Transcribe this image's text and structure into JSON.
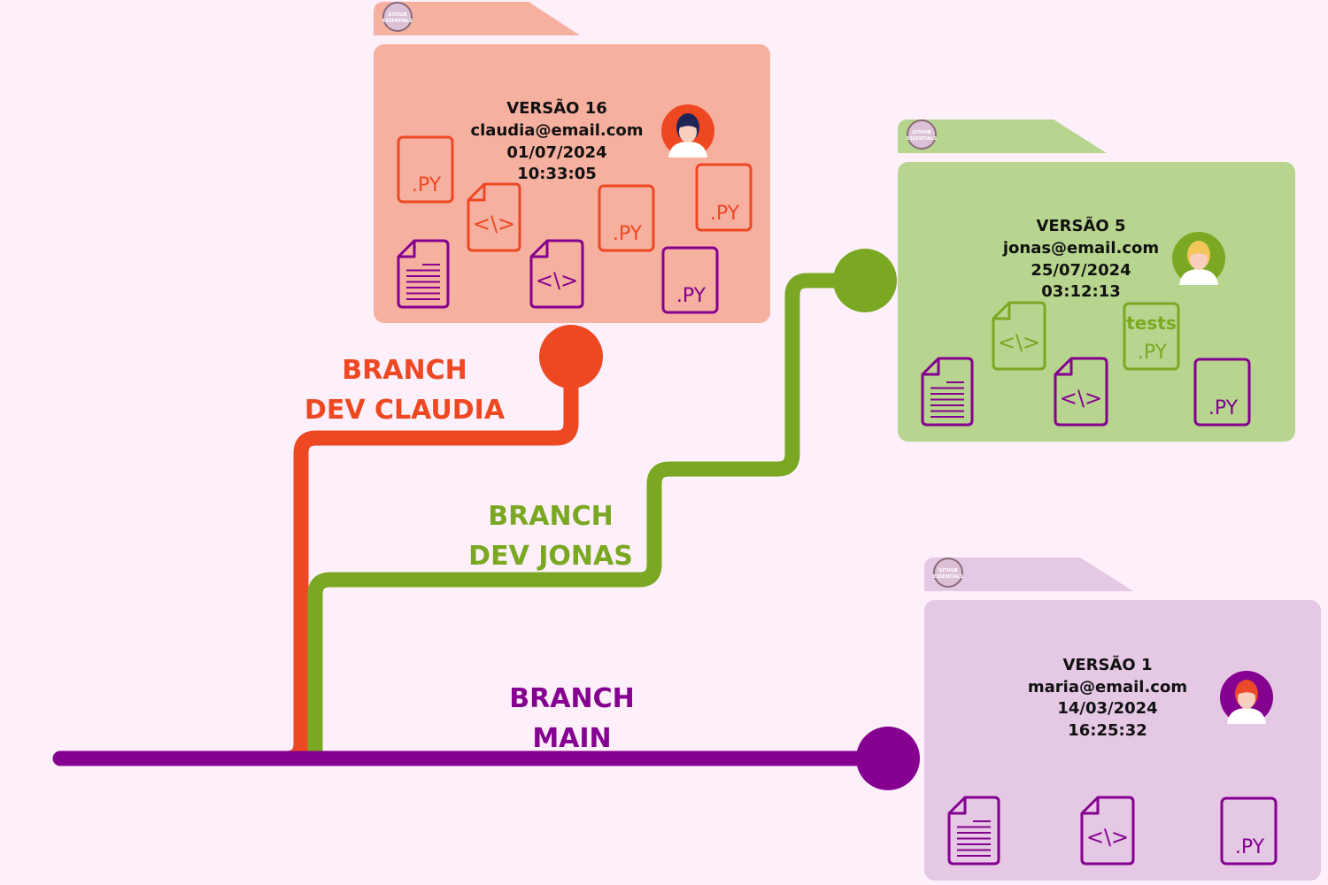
{
  "colors": {
    "background": "#fdf0fa",
    "branch_claudia": "#ee4823",
    "branch_jonas": "#7aa822",
    "branch_main": "#850090",
    "card_claudia": "#f6b0a0",
    "card_jonas": "#b7d58e",
    "card_main": "#e4c8e4"
  },
  "logo": {
    "line1": "GITHUB",
    "line2": "ESSENTIALS"
  },
  "labels": {
    "py": ".PY",
    "code": "<\\>",
    "tests": "tests"
  },
  "branches": {
    "claudia": {
      "line1": "BRANCH",
      "line2": "DEV CLAUDIA"
    },
    "jonas": {
      "line1": "BRANCH",
      "line2": "DEV JONAS"
    },
    "main": {
      "line1": "BRANCH",
      "line2": "MAIN"
    }
  },
  "commits": {
    "claudia": {
      "version": "VERSÃO 16",
      "email": "claudia@email.com",
      "date": "01/07/2024",
      "time": "10:33:05",
      "files": [
        "py-file-icon",
        "code-file-icon",
        "py-file-icon",
        "py-file-icon",
        "document-icon",
        "code-file-icon",
        "py-file-icon"
      ]
    },
    "jonas": {
      "version": "VERSÃO 5",
      "email": "jonas@email.com",
      "date": "25/07/2024",
      "time": "03:12:13",
      "files": [
        "code-file-icon",
        "tests-py-file-icon",
        "document-icon",
        "code-file-icon",
        "py-file-icon"
      ]
    },
    "main": {
      "version": "VERSÃO 1",
      "email": "maria@email.com",
      "date": "14/03/2024",
      "time": "16:25:32",
      "files": [
        "document-icon",
        "code-file-icon",
        "py-file-icon"
      ]
    }
  }
}
